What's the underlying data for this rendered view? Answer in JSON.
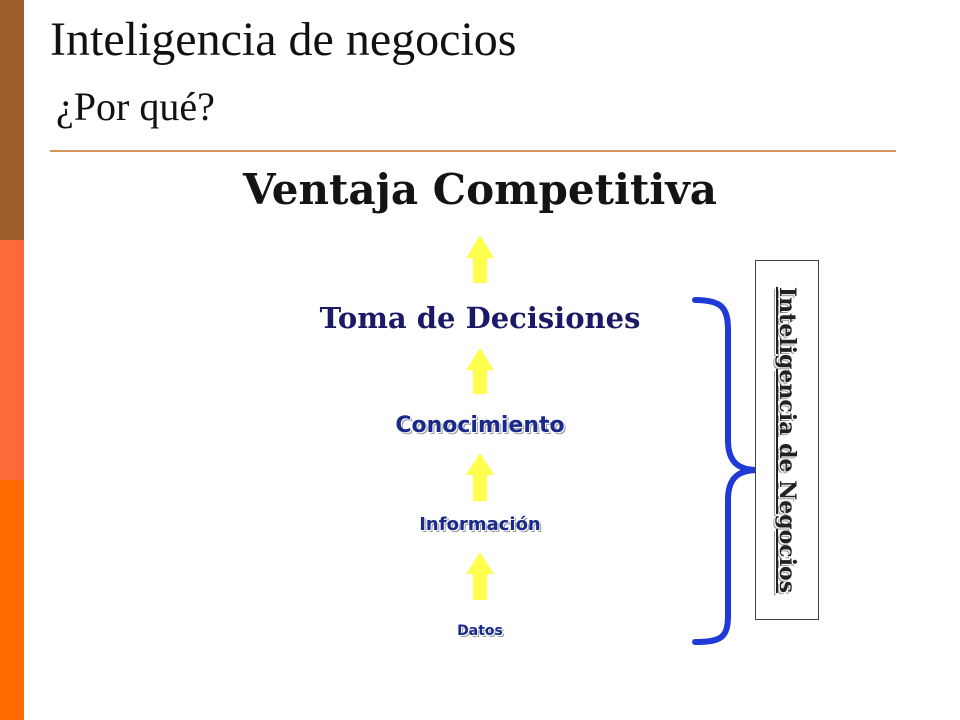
{
  "header": {
    "title": "Inteligencia de negocios",
    "subtitle": "¿Por qué?"
  },
  "diagram": {
    "headline": "Ventaja Competitiva",
    "levels": [
      "Toma de Decisiones",
      "Conocimiento",
      "Información",
      "Datos"
    ],
    "bracket_label": "Inteligencia de Negocios"
  },
  "colors": {
    "side_bar_top": "#9b5e2c",
    "side_bar_mid": "#fd6a3a",
    "side_bar_bottom": "#fd6a00",
    "rule": "#d2965a",
    "arrow": "#ffff4d",
    "bracket": "#1f3ad6",
    "level_text": "#1a2a8c"
  }
}
